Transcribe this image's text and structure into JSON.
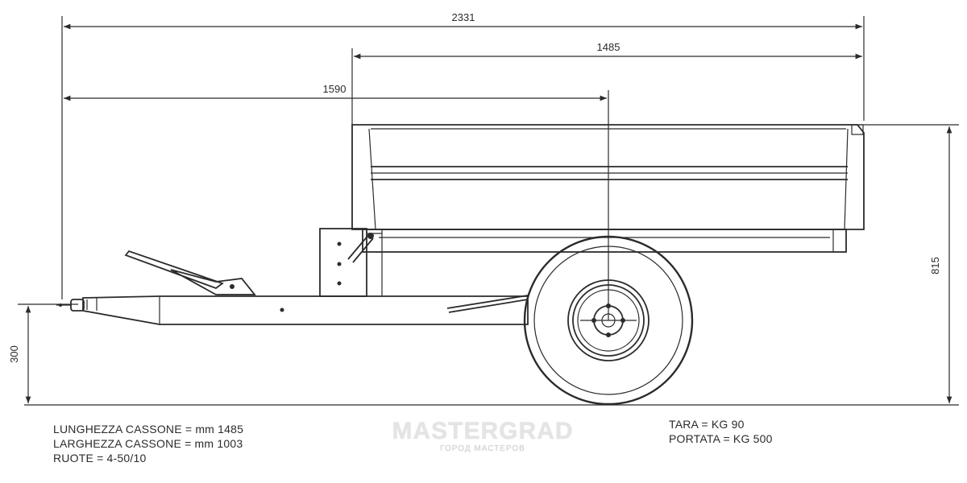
{
  "dimensions": {
    "overall_length": "2331",
    "box_length": "1485",
    "hitch_to_axle": "1590",
    "overall_height": "815",
    "hitch_height": "300"
  },
  "specs_left": [
    "LUNGHEZZA CASSONE = mm 1485",
    "LARGHEZZA CASSONE = mm 1003",
    "RUOTE = 4-50/10"
  ],
  "specs_right": [
    "TARA = KG 90",
    "PORTATA = KG 500"
  ],
  "watermark": {
    "title": "MASTERGRAD",
    "subtitle": "ГОРОД МАСТЕРОВ"
  }
}
